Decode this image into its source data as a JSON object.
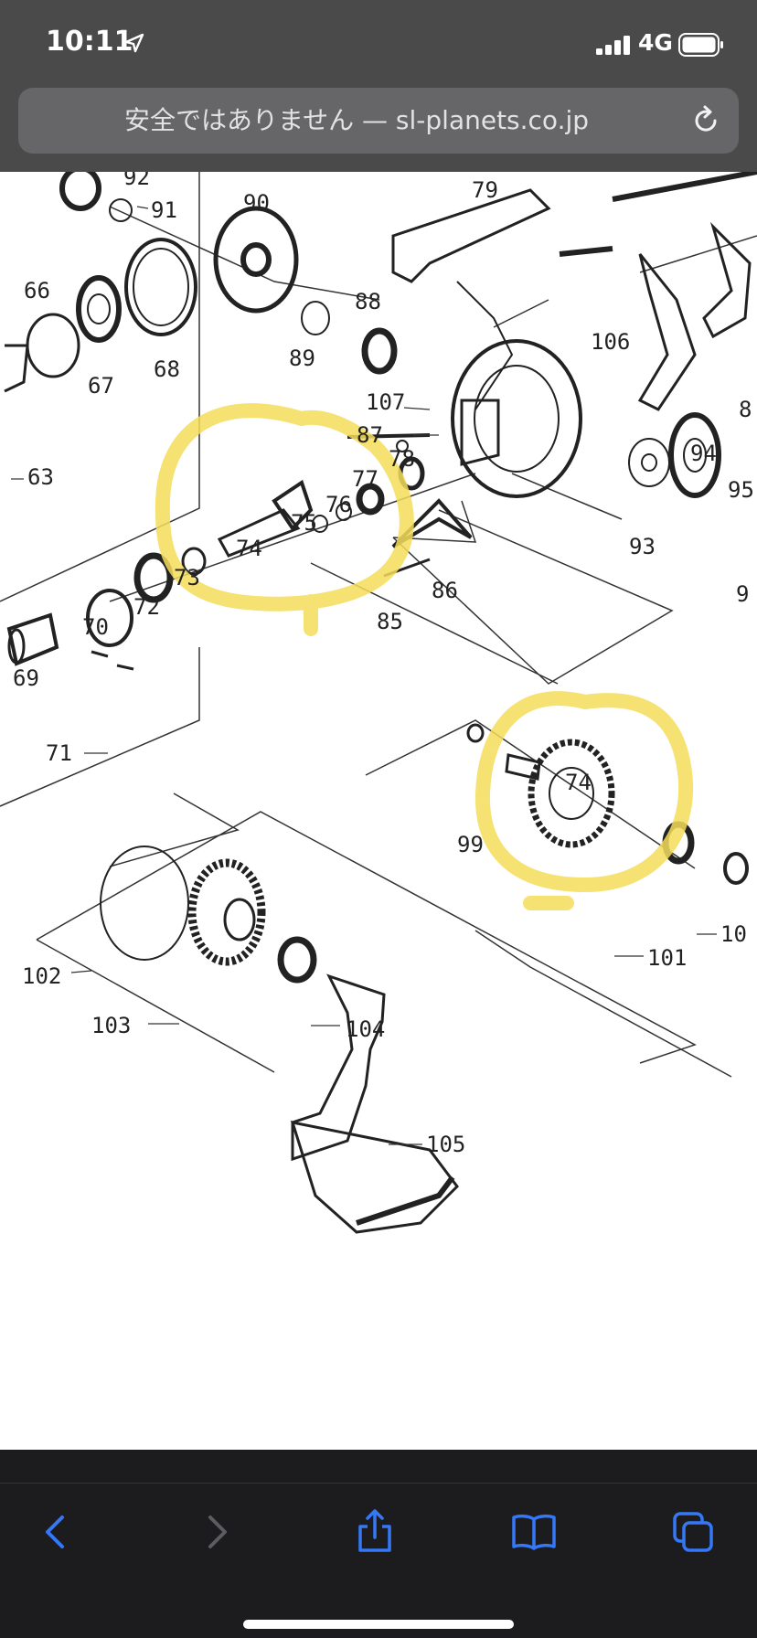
{
  "status_bar": {
    "time": "10:11",
    "network": "4G",
    "location_icon": "location-arrow-icon",
    "signal_icon": "cellular-signal-icon",
    "battery_icon": "battery-icon"
  },
  "browser": {
    "url_display": "安全ではありません — sl-planets.co.jp",
    "reload_icon": "reload-icon"
  },
  "diagram": {
    "part_labels": [
      "92",
      "91",
      "90",
      "79",
      "66",
      "88",
      "106",
      "89",
      "67",
      "68",
      "107",
      "8",
      "63",
      "87",
      "94",
      "78",
      "77",
      "95",
      "76",
      "75",
      "93",
      "74",
      "86",
      "73",
      "72",
      "85",
      "9",
      "70",
      "69",
      "71",
      "74",
      "99",
      "10",
      "101",
      "102",
      "104",
      "103",
      "105"
    ],
    "highlight_color": "#f5dc5a"
  },
  "toolbar": {
    "back_icon": "back-chevron-icon",
    "forward_icon": "forward-chevron-icon",
    "share_icon": "share-icon",
    "bookmarks_icon": "bookmarks-book-icon",
    "tabs_icon": "tabs-icon",
    "active_color": "#3478f6",
    "disabled_color": "#5b5b60"
  }
}
